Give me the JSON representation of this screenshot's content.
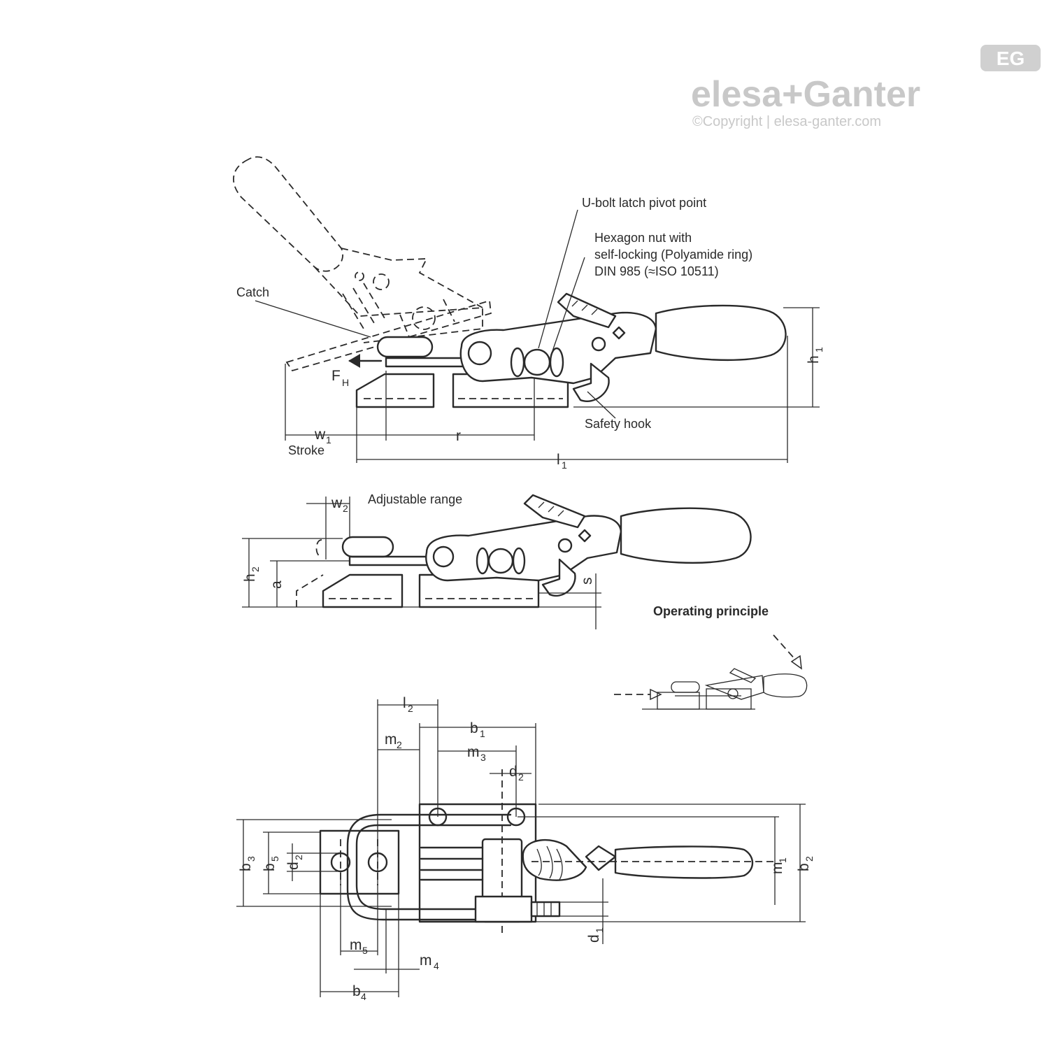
{
  "brand": {
    "logo_text": "elesa+Ganter",
    "badge_text": "EG",
    "copyright": "©Copyright | elesa-ganter.com",
    "color": "#c8c8c8"
  },
  "labels": {
    "u_bolt": "U-bolt latch pivot point",
    "hex_nut_line1": "Hexagon nut with",
    "hex_nut_line2": "self-locking (Polyamide ring)",
    "hex_nut_line3": "DIN 985 (≈ISO 10511)",
    "catch": "Catch",
    "safety_hook": "Safety hook",
    "stroke": "Stroke",
    "adjustable_range": "Adjustable range",
    "operating_principle": "Operating principle"
  },
  "dimensions": {
    "fh": "F",
    "fh_sub": "H",
    "h1": "h",
    "h1_sub": "1",
    "w1": "w",
    "w1_sub": "1",
    "r": "r",
    "l1": "l",
    "l1_sub": "1",
    "w2": "w",
    "w2_sub": "2",
    "h2": "h",
    "h2_sub": "2",
    "a": "a",
    "s": "s",
    "l2": "l",
    "l2_sub": "2",
    "b1": "b",
    "b1_sub": "1",
    "m2": "m",
    "m2_sub": "2",
    "m3": "m",
    "m3_sub": "3",
    "d2": "d",
    "d2_sub": "2",
    "b3": "b",
    "b3_sub": "3",
    "b5": "b",
    "b5_sub": "5",
    "d2v": "d",
    "d2v_sub": "2",
    "m1": "m",
    "m1_sub": "1",
    "b2": "b",
    "b2_sub": "2",
    "d1": "d",
    "d1_sub": "1",
    "m5": "m",
    "m5_sub": "5",
    "m4": "m",
    "m4_sub": "4",
    "b4": "b",
    "b4_sub": "4"
  }
}
